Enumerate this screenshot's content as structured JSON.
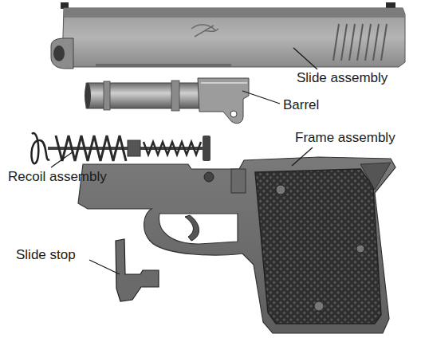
{
  "diagram": {
    "labels": [
      "Slide assembly",
      "Barrel",
      "Recoil assembly",
      "Frame assembly",
      "Slide stop"
    ]
  }
}
